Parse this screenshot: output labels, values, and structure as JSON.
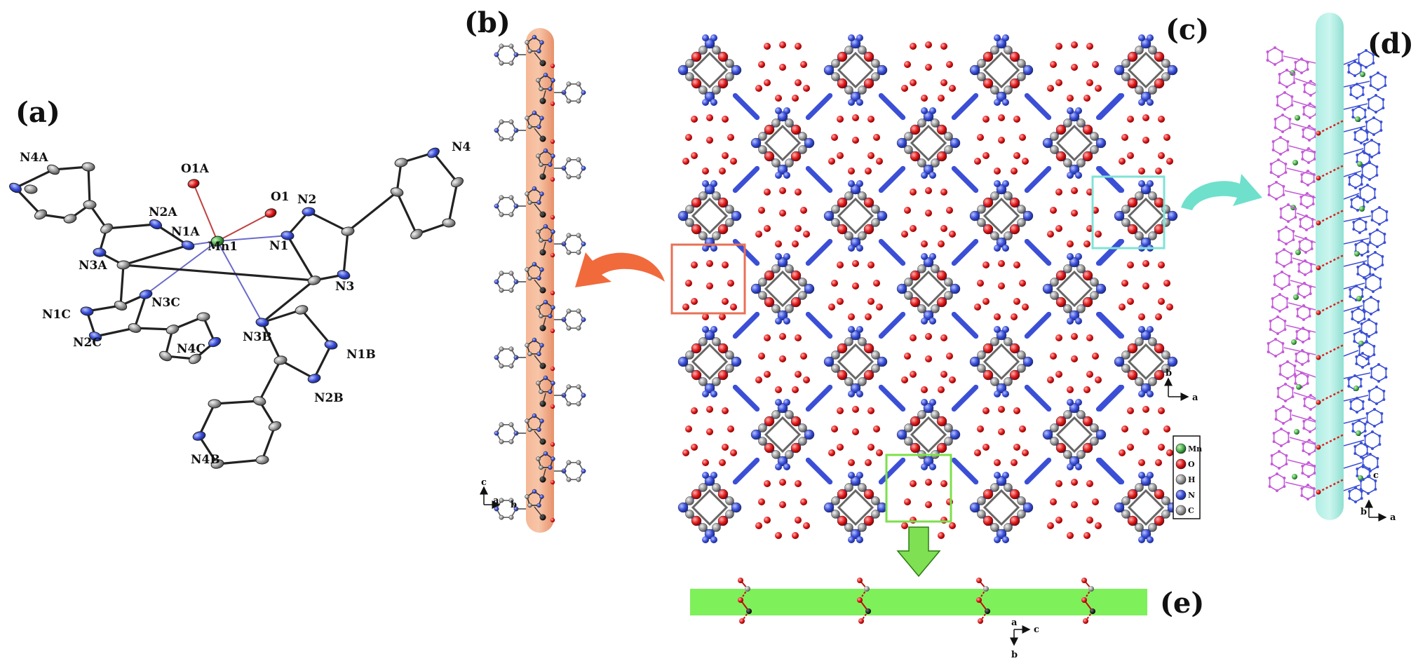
{
  "panels": {
    "a": "(a)",
    "b": "(b)",
    "c": "(c)",
    "d": "(d)",
    "e": "(e)"
  },
  "atom_labels": {
    "n4a": "N4A",
    "o1a": "O1A",
    "o1": "O1",
    "n2": "N2",
    "n4": "N4",
    "n2a": "N2A",
    "n1a": "N1A",
    "mn1": "Mn1",
    "n1": "N1",
    "n3a": "N3A",
    "n3": "N3",
    "n1c": "N1C",
    "n3c": "N3C",
    "n2c": "N2C",
    "n3b": "N3B",
    "n4c": "N4C",
    "n1b": "N1B",
    "n2b": "N2B",
    "n4b": "N4B"
  },
  "axes": {
    "b_panel": {
      "c": "c",
      "a": "a",
      "b": "b"
    },
    "c_panel": {
      "b": "b",
      "a": "a"
    },
    "d_panel": {
      "c": "c",
      "b": "b",
      "a": "a"
    },
    "e_panel": {
      "a": "a",
      "c": "c",
      "b": "b"
    }
  },
  "legend": [
    {
      "label": "Mn",
      "color": "#2e7d32"
    },
    {
      "label": "O",
      "color": "#e01b1b"
    },
    {
      "label": "H",
      "color": "#9e9e9e"
    },
    {
      "label": "N",
      "color": "#3a4fd8"
    },
    {
      "label": "C",
      "color": "#8c8c8c"
    }
  ],
  "colors": {
    "orange_rod": "#f3a77c",
    "cyan_rod": "#9fe8dc",
    "green_bar": "#7ef05a",
    "orange_box": "#e87055",
    "cyan_box": "#7fe3d6",
    "green_box": "#7ce04a",
    "bond_blue": "#3b4fd6",
    "atom_grey": "#8a8a8a",
    "oxygen_red": "#e01b1b",
    "magenta_chain": "#c45ad8"
  }
}
